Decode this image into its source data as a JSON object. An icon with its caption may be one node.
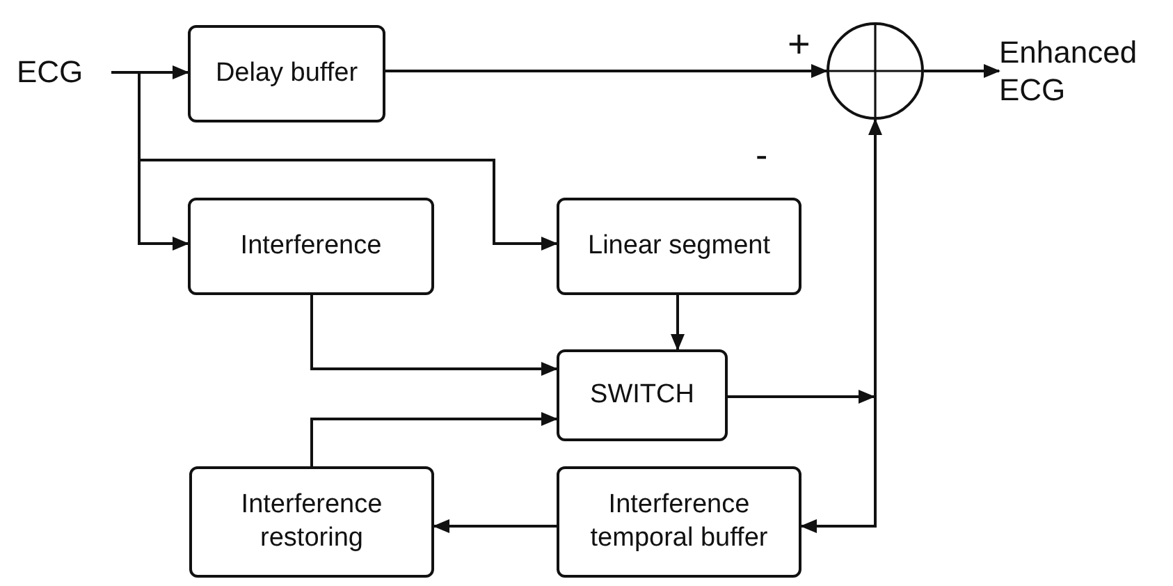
{
  "diagram": {
    "nodes": [
      {
        "text": [
          "ECG"
        ]
      },
      {
        "text": [
          "Delay buffer"
        ]
      },
      {
        "text": [],
        "shape": "circle"
      },
      {
        "text": [
          "Enhanced ECG"
        ]
      },
      {
        "text": [
          "Interference"
        ]
      },
      {
        "text": [
          "Linear segment"
        ]
      },
      {
        "text": [
          "SWITCH"
        ]
      },
      {
        "text": [
          "Interference restoring"
        ]
      },
      {
        "text": [
          "Interference temporal buffer"
        ]
      }
    ],
    "edges": [
      {
        "from": 0,
        "to": 1,
        "arrow": "to"
      },
      {
        "from": 0,
        "to": 4,
        "arrow": "to"
      },
      {
        "from": 0,
        "to": 5,
        "arrow": "to"
      },
      {
        "from": 1,
        "to": 2,
        "arrow": "to"
      },
      {
        "from": 2,
        "to": 3,
        "arrow": "to"
      },
      {
        "from": 4,
        "to": 6,
        "arrow": "to"
      },
      {
        "from": 5,
        "to": 6,
        "arrow": "to"
      },
      {
        "from": 6,
        "to": 2,
        "arrow": "to"
      },
      {
        "from": 6,
        "to": 8,
        "arrow": "to"
      },
      {
        "from": 8,
        "to": 7,
        "arrow": "to"
      },
      {
        "from": 7,
        "to": 6,
        "arrow": "to"
      }
    ],
    "labels": [
      "+",
      "-"
    ]
  }
}
